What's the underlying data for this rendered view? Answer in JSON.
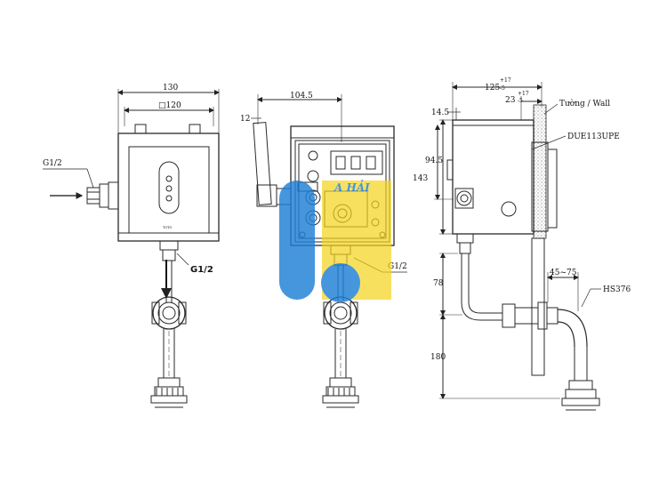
{
  "front_view": {
    "width_outer": "130",
    "width_inner": "□120",
    "inlet_label": "G1/2",
    "outlet_label": "G1/2",
    "brand": "TOTO"
  },
  "middle_view": {
    "width": "104.5",
    "pipe_offset": "12",
    "outlet_label": "G1/2"
  },
  "side_view": {
    "depth": "125",
    "depth_tol_upper": "+17",
    "depth_tol_lower": "-5",
    "wall_offset": "23",
    "wall_tol_upper": "+17",
    "wall_tol_lower": "-5",
    "wall_label": "Tường / Wall",
    "model_label": "DUE113UPE",
    "top_offset": "14.5",
    "height_mid": "94.5",
    "height_total": "143",
    "pipe_drop": "78",
    "pipe_range": "45~75",
    "trap_label": "HS376",
    "trap_height": "180"
  },
  "colors": {
    "line": "#2a2a2a",
    "logo_blue": "#1e7fd6",
    "logo_yellow": "#f5d21a",
    "logo_text": "#1e7fd6"
  },
  "watermark_text": "A HẢI"
}
